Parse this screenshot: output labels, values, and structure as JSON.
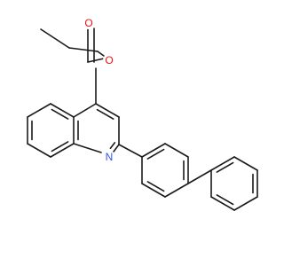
{
  "molecule": {
    "atom_labels": [
      {
        "id": "o-carbonyl",
        "text": "O",
        "color": "#ff0d0d"
      },
      {
        "id": "o-ester",
        "text": "O",
        "color": "#ff0d0d"
      },
      {
        "id": "n-ring",
        "text": "N",
        "color": "#3050f8"
      }
    ],
    "bond_color": "#1a1a1a"
  }
}
